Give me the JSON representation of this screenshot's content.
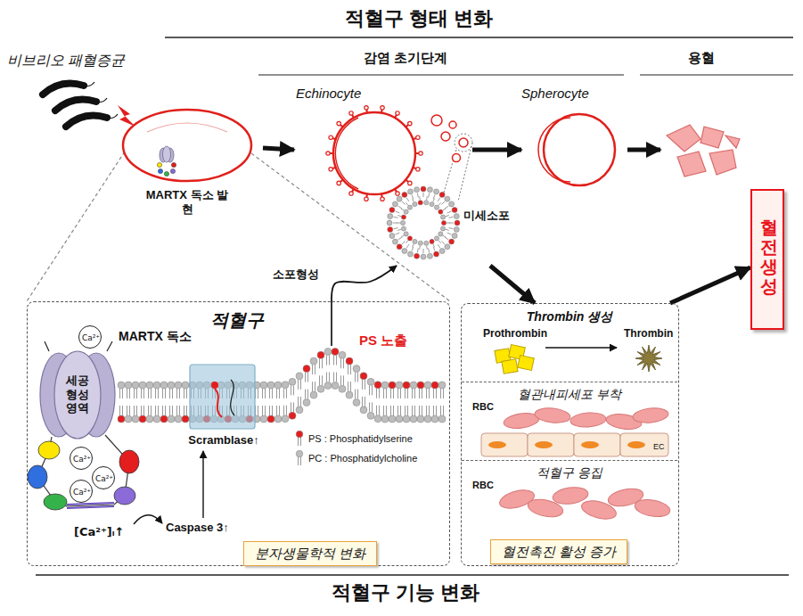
{
  "diagram": {
    "title": "적혈구 형태 변화",
    "caption": "적혈구 기능 변화",
    "nodes": [
      {
        "text": [
          "MARTX 독소 발현"
        ]
      },
      {
        "text": [
          "Echinocyte"
        ]
      },
      {
        "text": [
          "Spherocyte"
        ]
      },
      {
        "text": [
          "미세소포"
        ]
      },
      {
        "text": [
          "적혈구",
          "분자생물학적 변화"
        ]
      },
      {
        "text": [
          "Ca²⁺"
        ],
        "in": 4
      },
      {
        "text": [
          "세공 형성 영역"
        ],
        "in": 4
      },
      {
        "text": [
          "Ca²⁺"
        ],
        "in": 4
      },
      {
        "text": [
          "Ca²⁺"
        ],
        "in": 4
      },
      {
        "text": [
          "Ca²⁺"
        ],
        "in": 4
      },
      {
        "text": [
          "Scramblase↑"
        ],
        "in": 4
      },
      {
        "text": [
          "혈전촉진 활성 증가"
        ]
      },
      {
        "text": [
          "Thrombin 생성"
        ],
        "in": 11
      },
      {
        "text": [
          "혈관내피세포 부착"
        ],
        "in": 11
      },
      {
        "text": [
          "적혈구 응집"
        ],
        "in": 11
      },
      {
        "text": [
          "혈전 생성"
        ]
      }
    ],
    "edges": [
      {
        "from": 0,
        "to": 1,
        "arrow": "to"
      },
      {
        "from": 1,
        "to": 2,
        "arrow": "to"
      },
      {
        "from": 4,
        "to": 3,
        "label": "소포형성",
        "arrow": "to"
      },
      {
        "from": 3,
        "to": 11,
        "arrow": "to"
      },
      {
        "from": 11,
        "to": 15,
        "arrow": "to"
      }
    ],
    "labels": [
      "비브리오 패혈증균",
      "감염 초기단계",
      "용혈",
      "MARTX 독소",
      "PS 노출",
      "[Ca²⁺]ᵢ↑",
      "Caspase 3↑",
      "Prothrombin",
      "Thrombin",
      "RBC",
      "EC",
      "RBC"
    ],
    "legend": [
      {
        "text": "PS : Phosphatidylserine"
      },
      {
        "text": "PC : Phosphatidylcholine"
      }
    ]
  }
}
